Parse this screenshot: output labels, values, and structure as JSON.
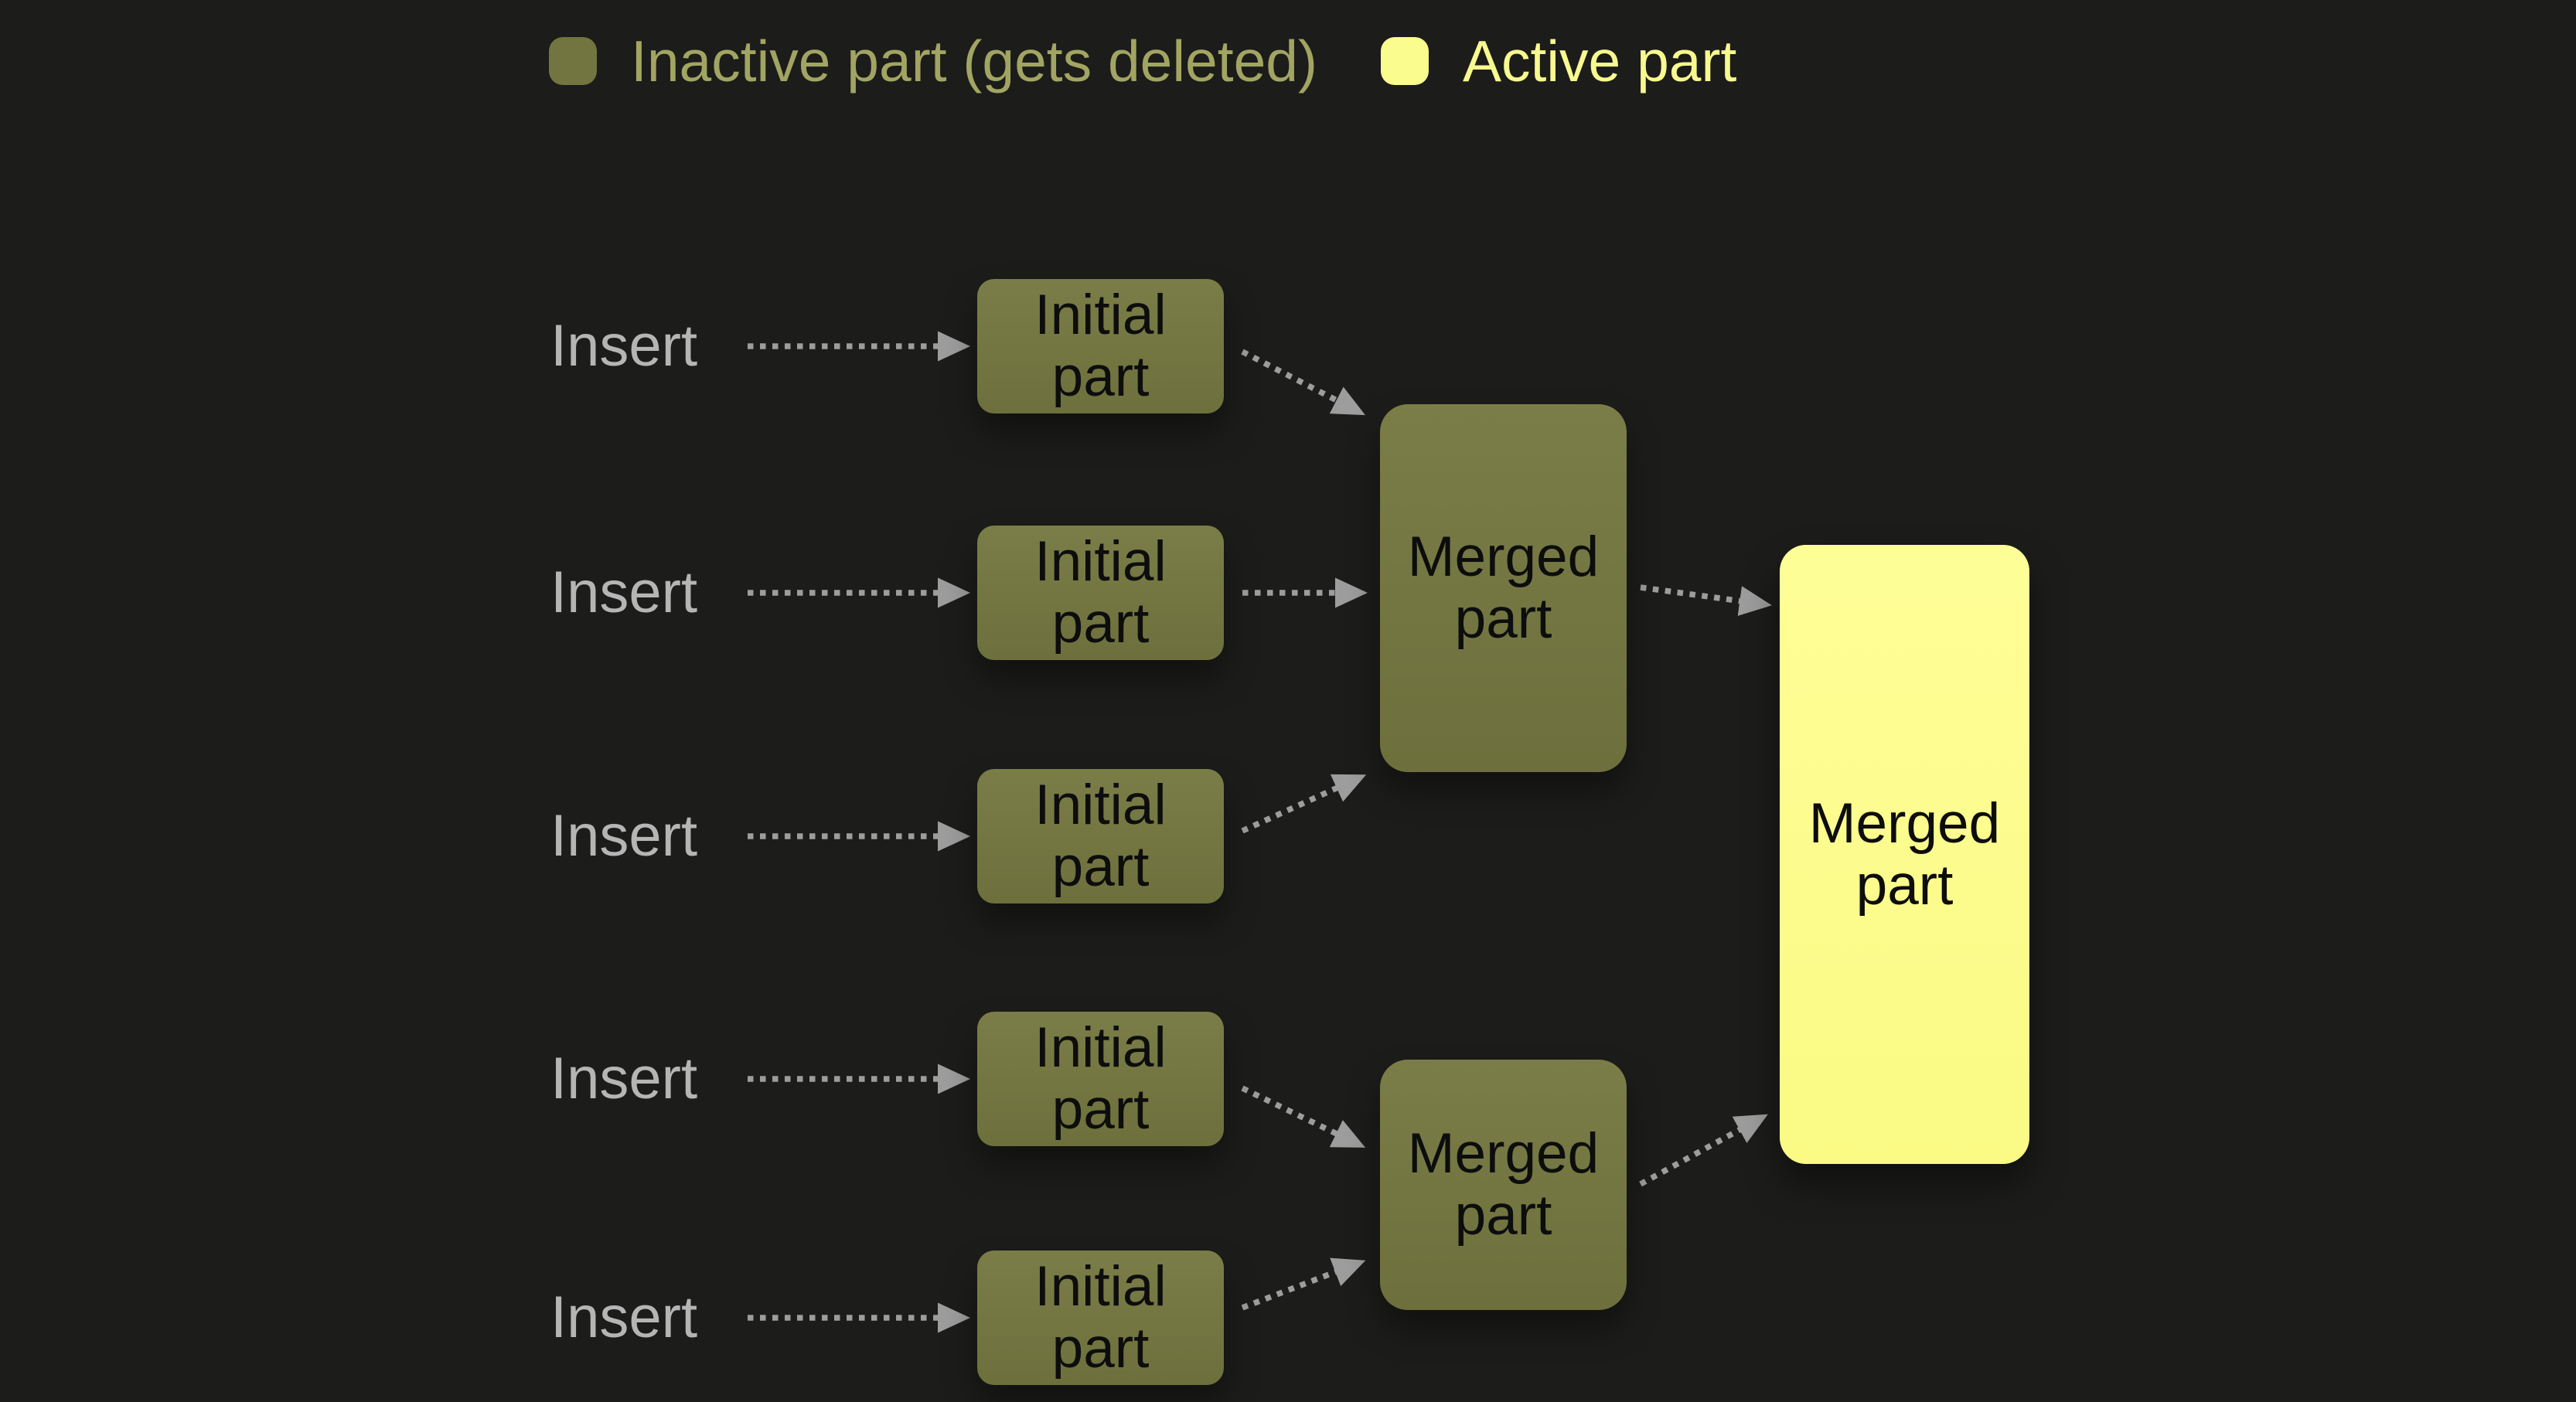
{
  "colors": {
    "background": "#1c1c1a",
    "inactive-fill": "#72753f",
    "active-fill": "#fbfc8e",
    "inactive-text": "#a2a562",
    "active-text": "#f8f98e",
    "node-text": "#0d0d0d",
    "insert-text": "#b5b5b6",
    "arrow-color": "#9d9d9d"
  },
  "legend": {
    "inactive": {
      "label": "Inactive part (gets deleted)"
    },
    "active": {
      "label": "Active part"
    }
  },
  "rows": [
    {
      "insert_label": "Insert",
      "node_label": "Initial part"
    },
    {
      "insert_label": "Insert",
      "node_label": "Initial part"
    },
    {
      "insert_label": "Insert",
      "node_label": "Initial part"
    },
    {
      "insert_label": "Insert",
      "node_label": "Initial part"
    },
    {
      "insert_label": "Insert",
      "node_label": "Initial part"
    }
  ],
  "merged": {
    "group1": {
      "label": "Merged part",
      "state": "inactive"
    },
    "group2": {
      "label": "Merged part",
      "state": "inactive"
    },
    "final": {
      "label": "Merged part",
      "state": "active"
    }
  }
}
